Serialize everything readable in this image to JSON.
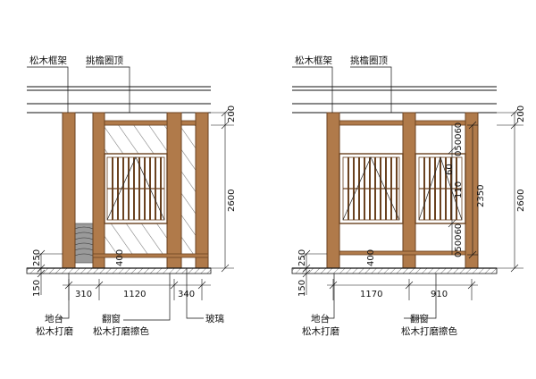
{
  "colors": {
    "wood": "#b07a4a",
    "wood_dark": "#6a4220",
    "line": "#111111",
    "glass": "#8a8a8a",
    "ground_hatch": "#555555"
  },
  "left": {
    "labels": {
      "frame": "松木框架",
      "eave": "挑檐圈顶",
      "base_1": "地台",
      "base_2": "松木打磨",
      "window_1": "翻窗",
      "window_2": "松木打磨擦色",
      "glass": "玻璃"
    },
    "dims": {
      "top_band": "200",
      "height": "2600",
      "base_v": "250",
      "bottom": "150",
      "sill": "400",
      "w1": "310",
      "w2": "1120",
      "w3": "340"
    }
  },
  "right": {
    "labels": {
      "frame": "松木框架",
      "eave": "挑檐圈顶",
      "base_1": "地台",
      "base_2": "松木打磨",
      "window_1": "翻窗",
      "window_2": "松木打磨擦色"
    },
    "dims": {
      "top_band": "200",
      "height": "2600",
      "inner_height": "2350",
      "base_v": "250",
      "bottom": "150",
      "sill": "400",
      "w1": "1170",
      "w2": "910",
      "stack_a": "050060",
      "stack_b": "110",
      "stack_c": "050060",
      "stack_d": "60"
    }
  }
}
